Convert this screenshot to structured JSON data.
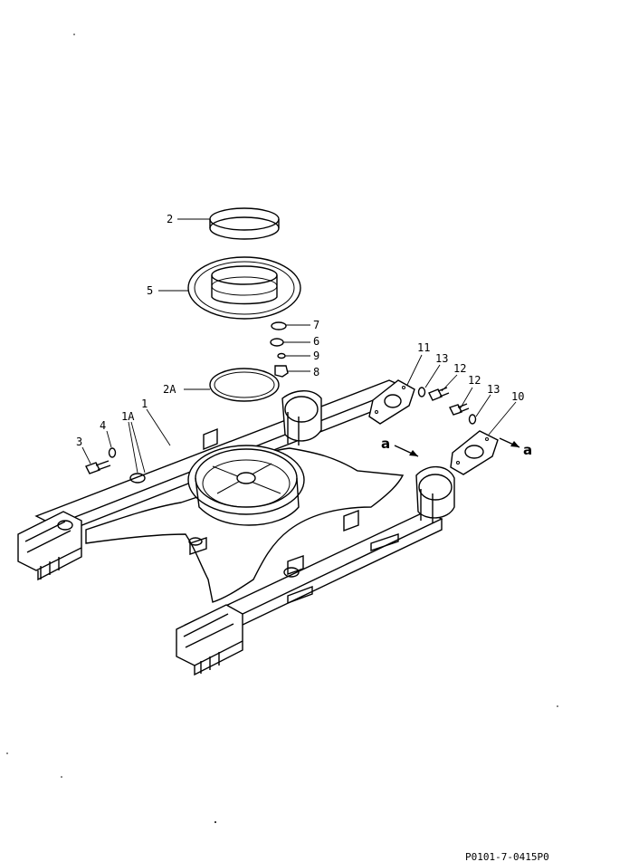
{
  "callouts": {
    "c2": "2",
    "c5": "5",
    "c7": "7",
    "c6": "6",
    "c9": "9",
    "c8": "8",
    "c2a": "2A",
    "c1": "1",
    "c1a": "1A",
    "c3": "3",
    "c4": "4",
    "c11": "11",
    "c13a": "13",
    "c12a": "12",
    "c12b": "12",
    "c13b": "13",
    "c10": "10"
  },
  "view_arrows": {
    "left": "a",
    "right": "a"
  },
  "reference_code": "P0101-7-0415P0"
}
